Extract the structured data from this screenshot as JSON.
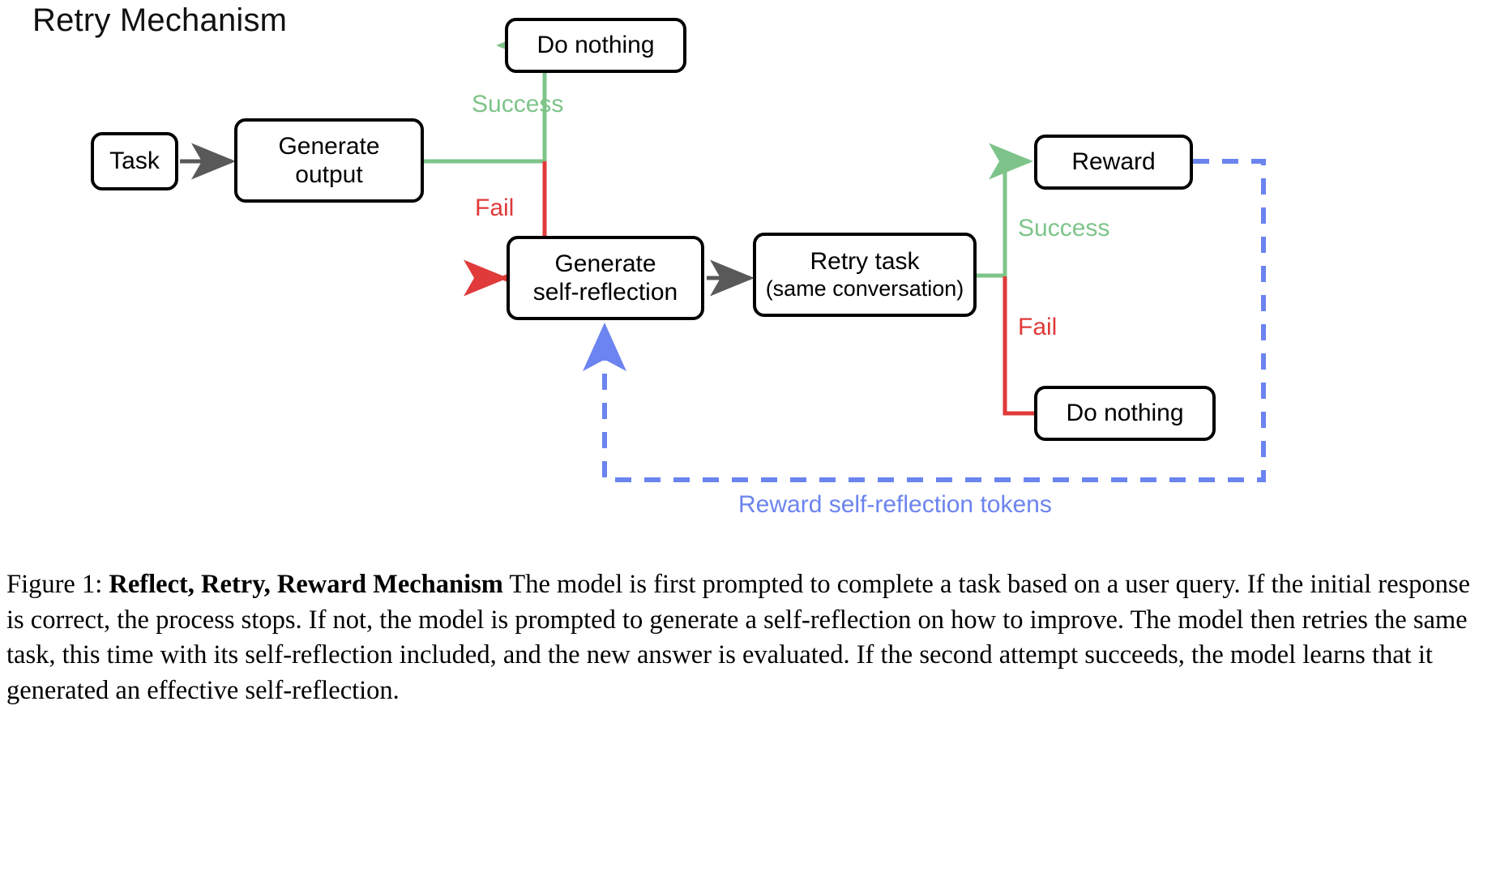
{
  "title": "Retry Mechanism",
  "colors": {
    "success_green": "#7ec48a",
    "fail_red": "#e03a3a",
    "feedback_blue": "#6b84ef",
    "node_border": "#000000",
    "neutral_arrow": "#595959",
    "background": "#ffffff"
  },
  "nodes": {
    "task": {
      "label": "Task"
    },
    "generate_output": {
      "line1": "Generate",
      "line2": "output"
    },
    "do_nothing_1": {
      "label": "Do nothing"
    },
    "generate_self_reflection": {
      "line1": "Generate",
      "line2": "self-reflection"
    },
    "retry_task": {
      "line1": "Retry task",
      "line2": "(same conversation)"
    },
    "reward": {
      "label": "Reward"
    },
    "do_nothing_2": {
      "label": "Do nothing"
    }
  },
  "edge_labels": {
    "success_1": "Success",
    "fail_1": "Fail",
    "success_2": "Success",
    "fail_2": "Fail",
    "feedback": "Reward self-reflection tokens"
  },
  "caption": {
    "prefix": "Figure 1: ",
    "bold_title": "Reflect, Retry, Reward Mechanism",
    "body": " The model is first prompted to complete a task based on a user query. If the initial response is correct, the process stops. If not, the model is prompted to generate a self-reflection on how to improve. The model then retries the same task, this time with its self-reflection included, and the new answer is evaluated. If the second attempt succeeds, the model learns that it generated an effective self-reflection."
  }
}
